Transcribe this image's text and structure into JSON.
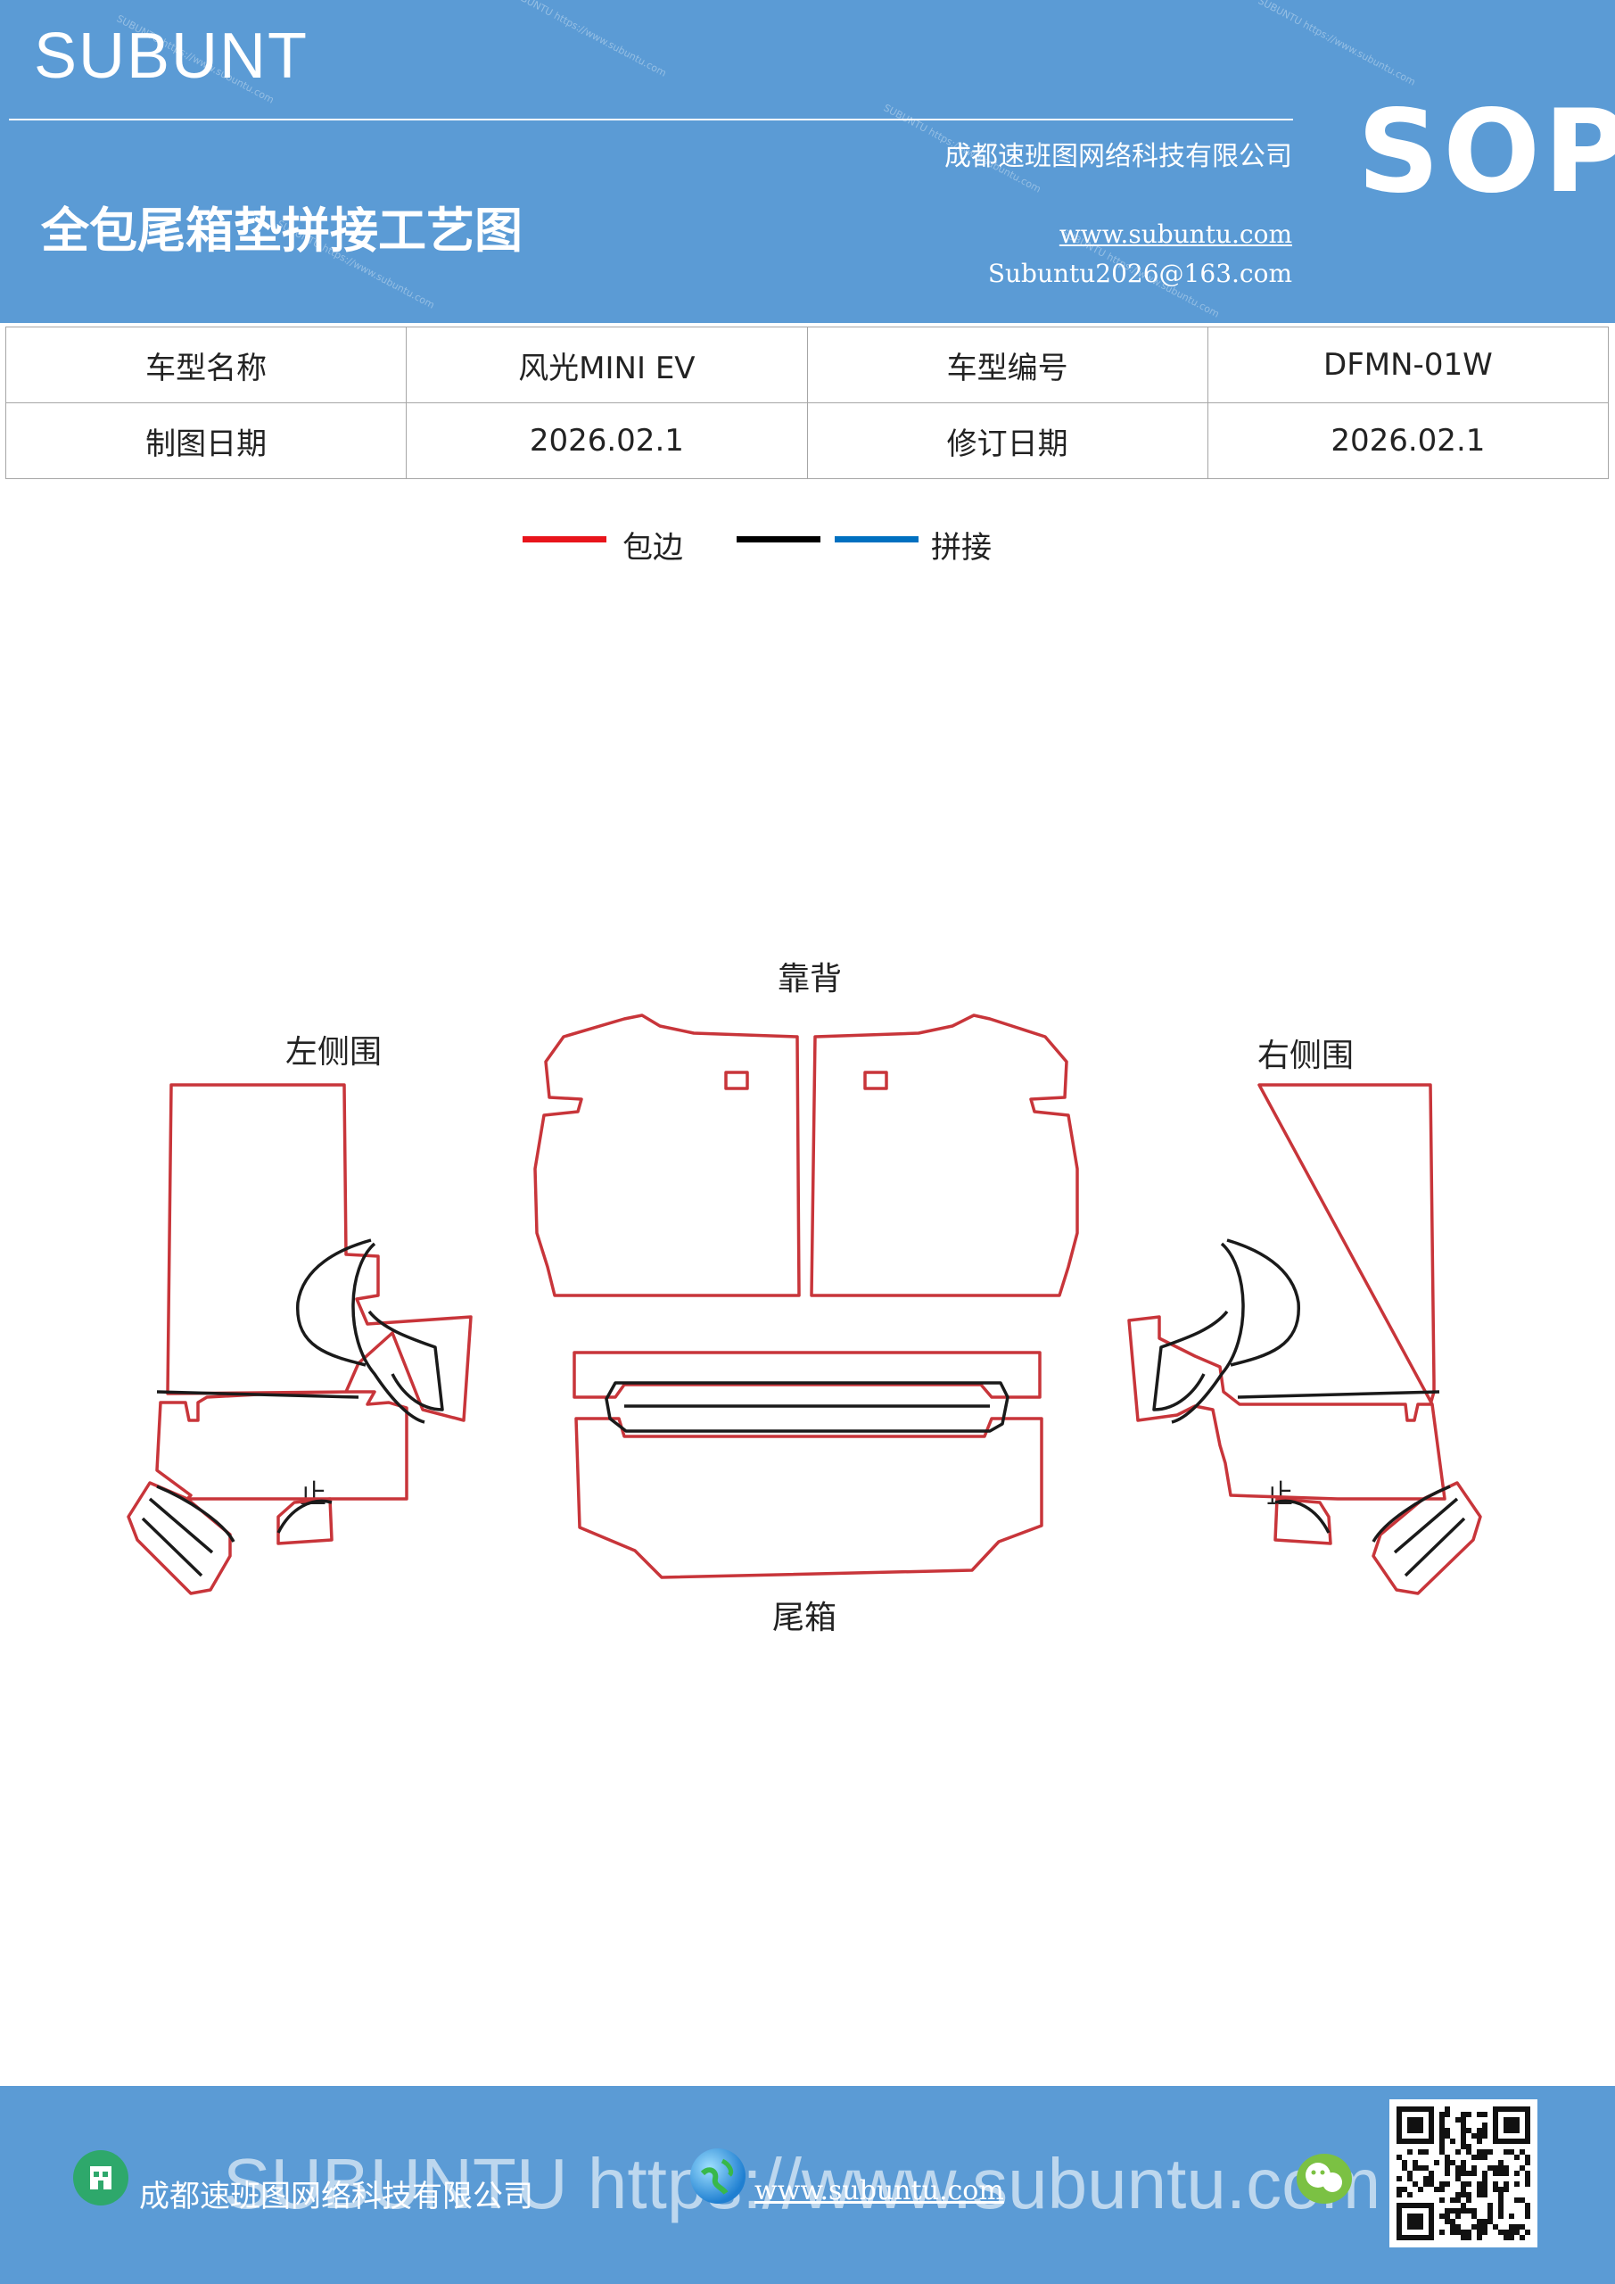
{
  "header": {
    "brand": "SUBUNT",
    "company": "成都速班图网络科技有限公司",
    "title": "全包尾箱垫拼接工艺图",
    "website": "www.subuntu.com",
    "email": "Subuntu2026@163.com",
    "sop": "SOP"
  },
  "info_table": {
    "rows": [
      [
        "车型名称",
        "风光MINI  EV",
        "车型编号",
        "DFMN-01W"
      ],
      [
        "制图日期",
        "2026.02.1",
        "修订日期",
        "2026.02.1"
      ]
    ]
  },
  "legend": {
    "items": [
      {
        "label": "包边",
        "color": "#e8141b"
      },
      {
        "label": "",
        "color": "#000000"
      },
      {
        "label": "拼接",
        "color": "#0070c0"
      }
    ]
  },
  "diagram": {
    "labels": {
      "back": "靠背",
      "left": "左侧围",
      "right": "右侧围",
      "trunk": "尾箱",
      "mark_left": "止",
      "mark_right": "止"
    },
    "edge_color": "#c8353a",
    "seam_color": "#1a1a1a"
  },
  "footer": {
    "watermark": "SUBUNTU https://www.subuntu.com",
    "company": "成都速班图网络科技有限公司",
    "website": "www.subuntu.com",
    "icons": [
      "building-icon",
      "globe-icon",
      "wechat-icon",
      "qr-code"
    ]
  }
}
